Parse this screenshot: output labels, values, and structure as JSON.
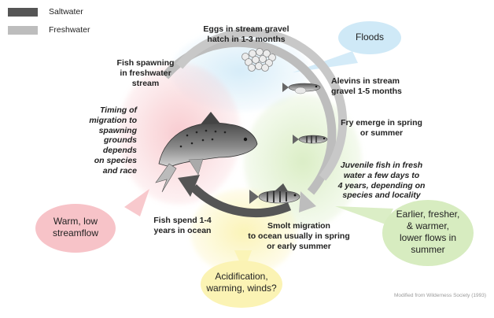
{
  "legend": [
    {
      "label": "Saltwater",
      "color": "#555555"
    },
    {
      "label": "Freshwater",
      "color": "#bdbdbd"
    }
  ],
  "stages": {
    "eggs": "Eggs in stream gravel\nhatch in 1-3 months",
    "alevins": "Alevins in stream\ngravel 1-5 months",
    "fry": "Fry emerge in spring\nor summer",
    "juvenile": "Juvenile fish in fresh\nwater a few days to\n4 years, depending on\nspecies and locality",
    "smolt": "Smolt migration\nto ocean usually in spring\nor early summer",
    "ocean": "Fish spend 1-4\nyears in ocean",
    "spawning": "Fish spawning\nin freshwater\nstream",
    "timing": "Timing of\nmigration to\nspawning\ngrounds\ndepends\non species\nand race"
  },
  "stressors": {
    "floods": "Floods",
    "warm": "Warm, low\nstreamflow",
    "earlier": "Earlier, fresher,\n& warmer,\nlower flows in\nsummer",
    "acidification": "Acidification,\nwarming, winds?"
  },
  "colors": {
    "floods": "#cfe9f7",
    "warm": "#f7c3c8",
    "earlier": "#d7ecc0",
    "acidification": "#fbf3b4",
    "saltwater_arc": "#555555",
    "freshwater_arc": "#bdbdbd"
  },
  "credit": "Modified from Wilderness Society (1993)"
}
